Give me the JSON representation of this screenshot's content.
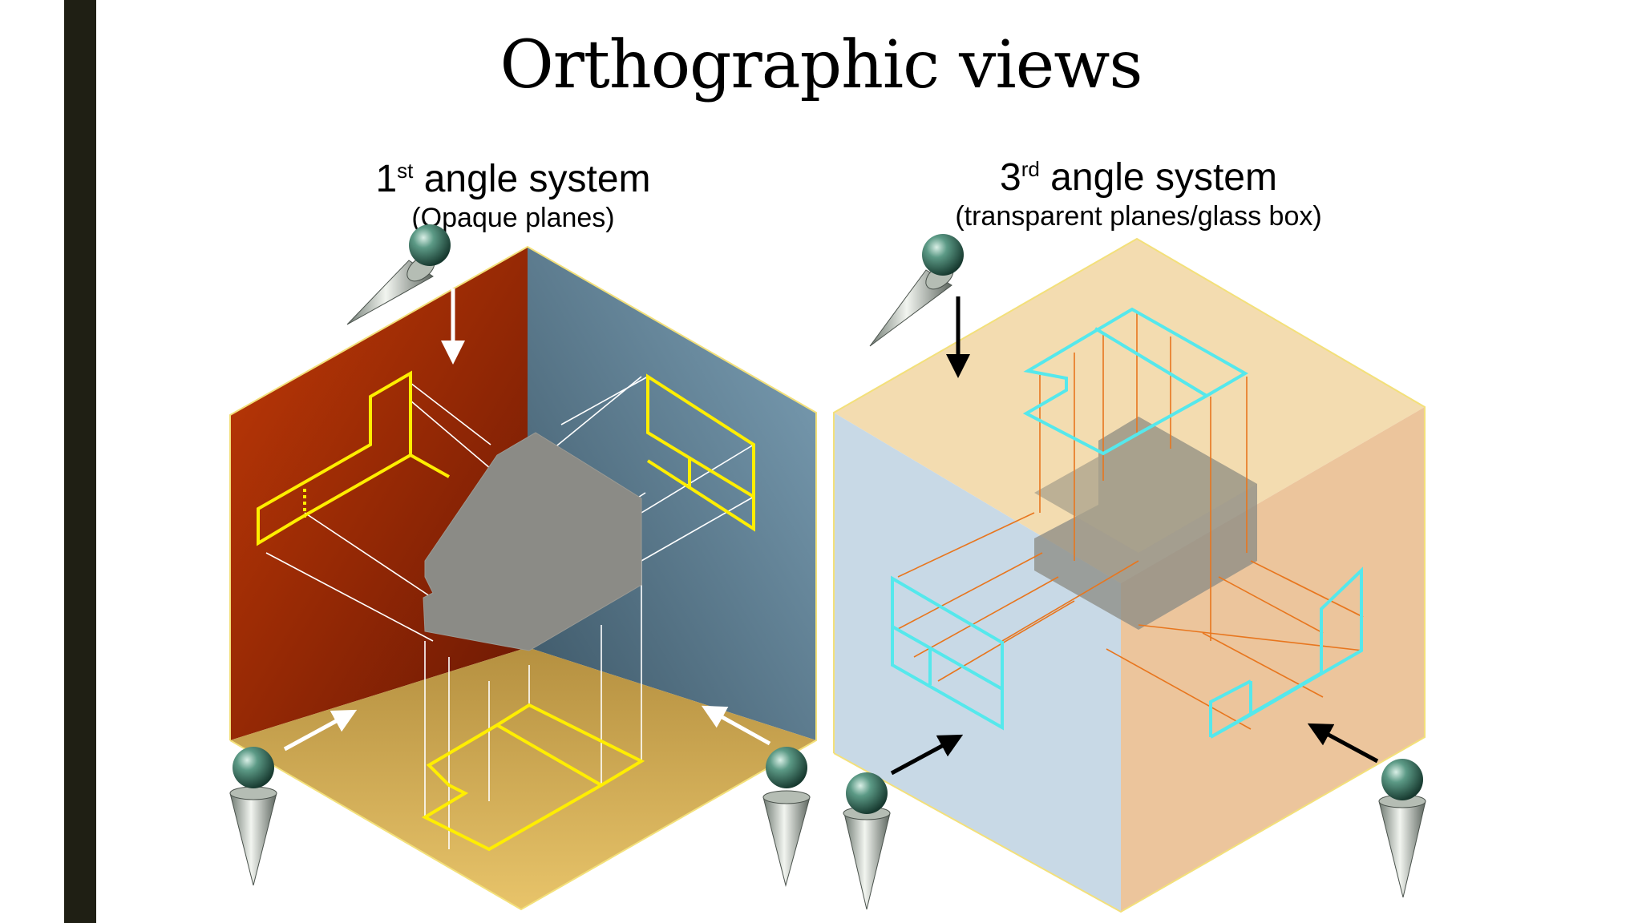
{
  "slide": {
    "title": "Orthographic views"
  },
  "first_angle": {
    "ordinal": "1",
    "superscript": "st",
    "label": " angle system",
    "subtitle": "(Opaque planes)"
  },
  "third_angle": {
    "ordinal": "3",
    "superscript": "rd",
    "label": " angle system",
    "subtitle": "(transparent planes/glass box)"
  },
  "colors": {
    "left_plane_red": "#b02c05",
    "back_plane_steel": "#5f8297",
    "floor_gold": "#d9b360",
    "outline_yellow": "#ffee00",
    "glass_top": "#f3dcb0",
    "glass_left": "#c8d9e6",
    "glass_right": "#ecc59c",
    "cyan_outline": "#55e8ec",
    "orange_lines": "#e8761e",
    "object_gray": "#8b8b86"
  }
}
